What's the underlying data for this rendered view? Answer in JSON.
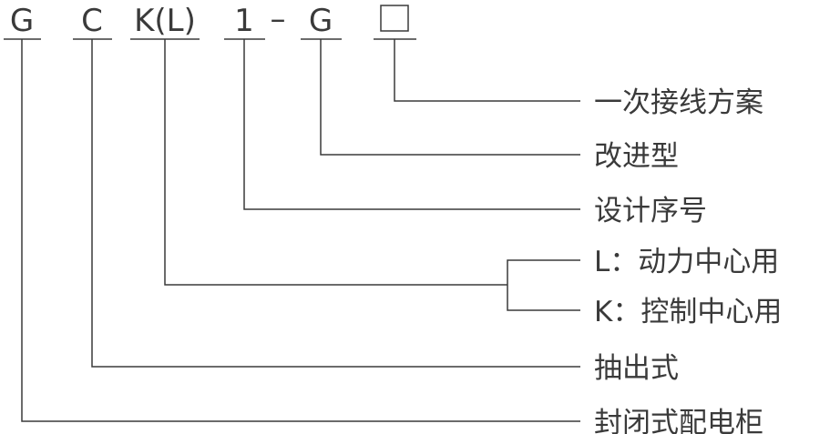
{
  "code": {
    "g1": "G",
    "c": "C",
    "kl": "K(L)",
    "num": "1",
    "dash": "–",
    "g2": "G"
  },
  "labels": {
    "scheme": "一次接线方案",
    "improved": "改进型",
    "design_no": "设计序号",
    "l_option": "L：动力中心用",
    "k_option": "K：控制中心用",
    "drawout": "抽出式",
    "enclosed": "封闭式配电柜"
  }
}
